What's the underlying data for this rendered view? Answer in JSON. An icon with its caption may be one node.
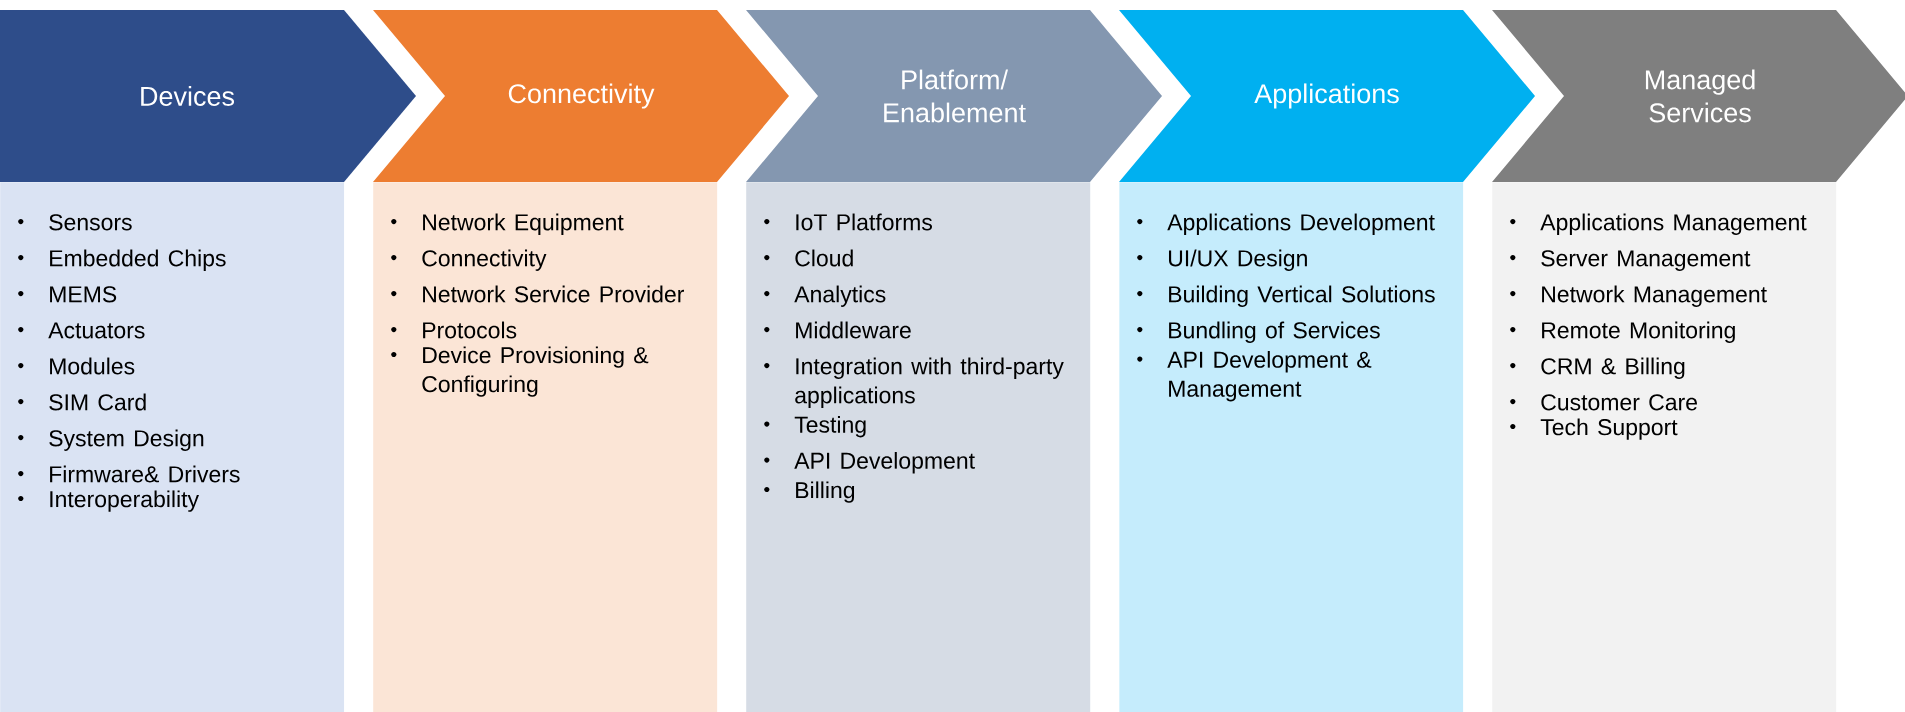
{
  "diagram": {
    "nodes": [
      {
        "text": [
          "Devices"
        ]
      },
      {
        "text": [
          "Connectivity"
        ]
      },
      {
        "text": [
          "Platform/ Enablement"
        ]
      },
      {
        "text": [
          "Applications"
        ]
      },
      {
        "text": [
          "Managed Services"
        ]
      },
      {
        "text": [
          "Sensors",
          "Embedded Chips",
          "MEMS",
          "Actuators",
          "Modules",
          "SIM Card",
          "System Design",
          "Firmware& Drivers",
          "Interoperability"
        ]
      },
      {
        "text": [
          "Network Equipment",
          "Connectivity",
          "Network Service Provider",
          "Protocols",
          "Device Provisioning & Configuring"
        ]
      },
      {
        "text": [
          "IoT Platforms",
          "Cloud",
          "Analytics",
          "Middleware",
          "Integration with third-party applications",
          "Testing",
          "API Development",
          "Billing"
        ]
      },
      {
        "text": [
          "Applications Development",
          "UI/UX Design",
          "Building Vertical Solutions",
          "Bundling of Services",
          "API Development & Management"
        ]
      },
      {
        "text": [
          "Applications Management",
          "Server Management",
          "Network Management",
          "Remote Monitoring",
          "CRM & Billing",
          "Customer Care",
          "Tech Support"
        ]
      }
    ]
  }
}
